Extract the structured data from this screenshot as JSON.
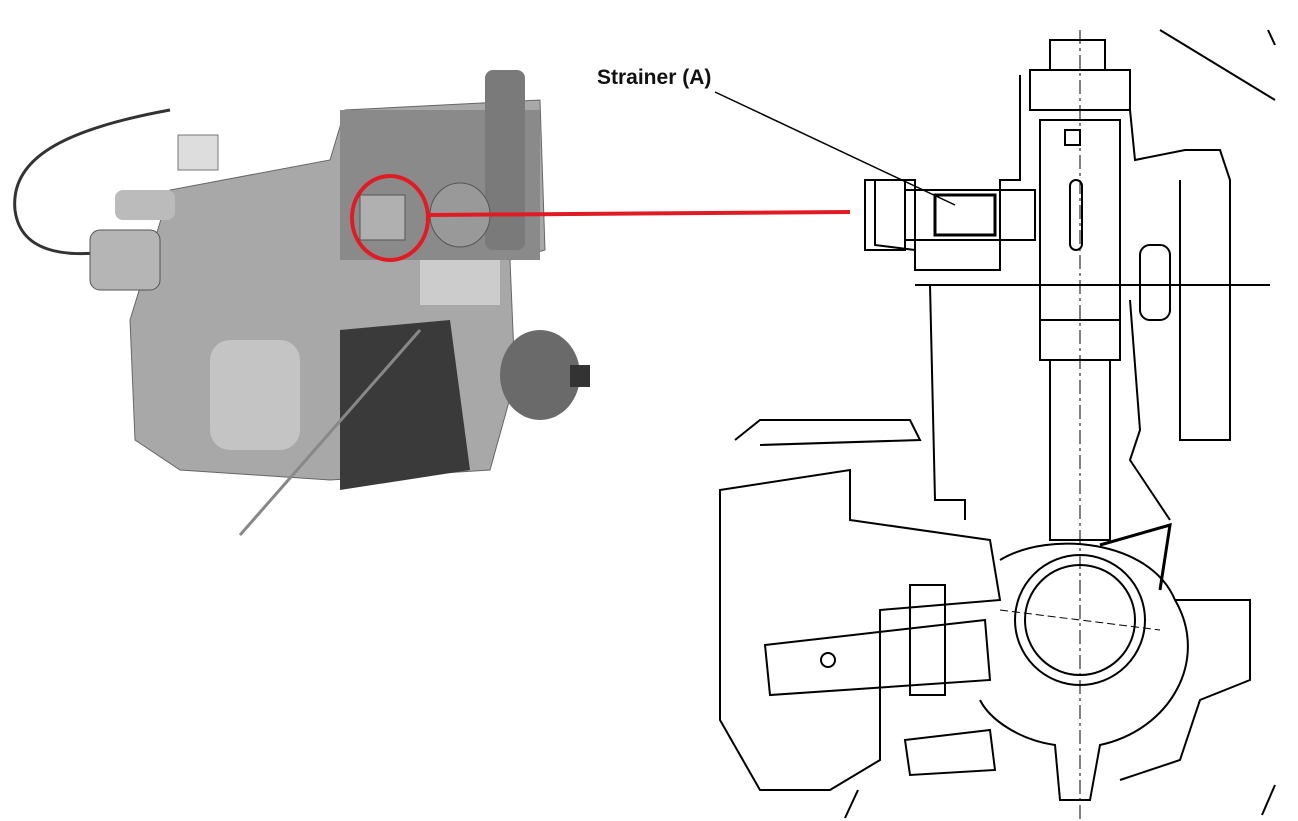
{
  "callout": {
    "label": "Strainer (A)"
  },
  "colors": {
    "highlight": "#e01b24",
    "photo": "#9a9a9a",
    "line": "#000000"
  },
  "figures": {
    "photo": "fuel-injection-pump-photo",
    "drawing": "pump-cross-section-drawing"
  }
}
